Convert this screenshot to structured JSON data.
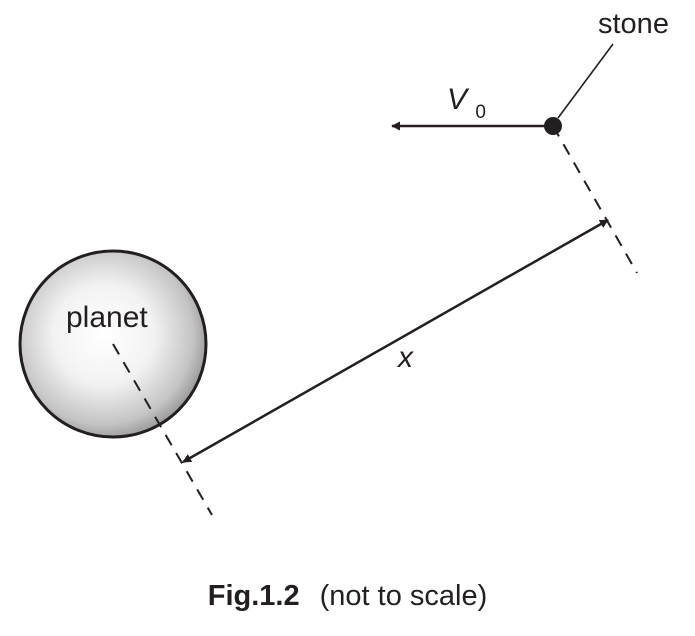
{
  "diagram": {
    "stone_label": "stone",
    "velocity_symbol": "V",
    "velocity_subscript": "0",
    "planet_label": "planet",
    "distance_label": "x",
    "colors": {
      "ink": "#231f20",
      "planet_fill_center": "#ffffff",
      "planet_fill_edge": "#8a8a8a"
    }
  },
  "caption": {
    "figure_label": "Fig.1.2",
    "note": "(not to scale)"
  }
}
